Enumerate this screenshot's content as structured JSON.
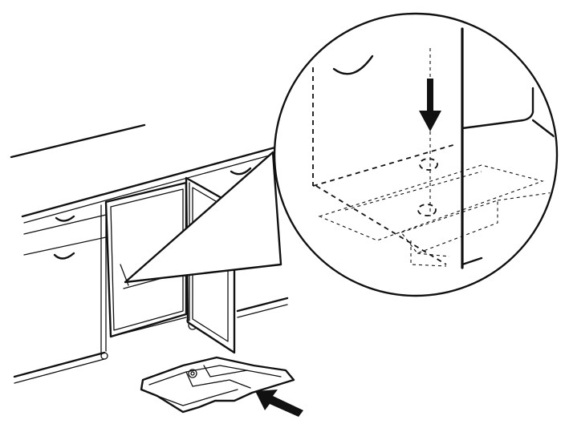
{
  "figure": {
    "background": "#ffffff",
    "ink": "#111111",
    "parts": {
      "countertop": "countertop-line",
      "cabinet_drawers": "drawer-handle-icon",
      "appliance_door": "open-door",
      "magnified_view": "magnifier-circle",
      "downward_arrow": "arrow-down-icon",
      "insert_arrow": "arrow-insert-icon",
      "toe_plate": "kick-plate-part"
    }
  }
}
